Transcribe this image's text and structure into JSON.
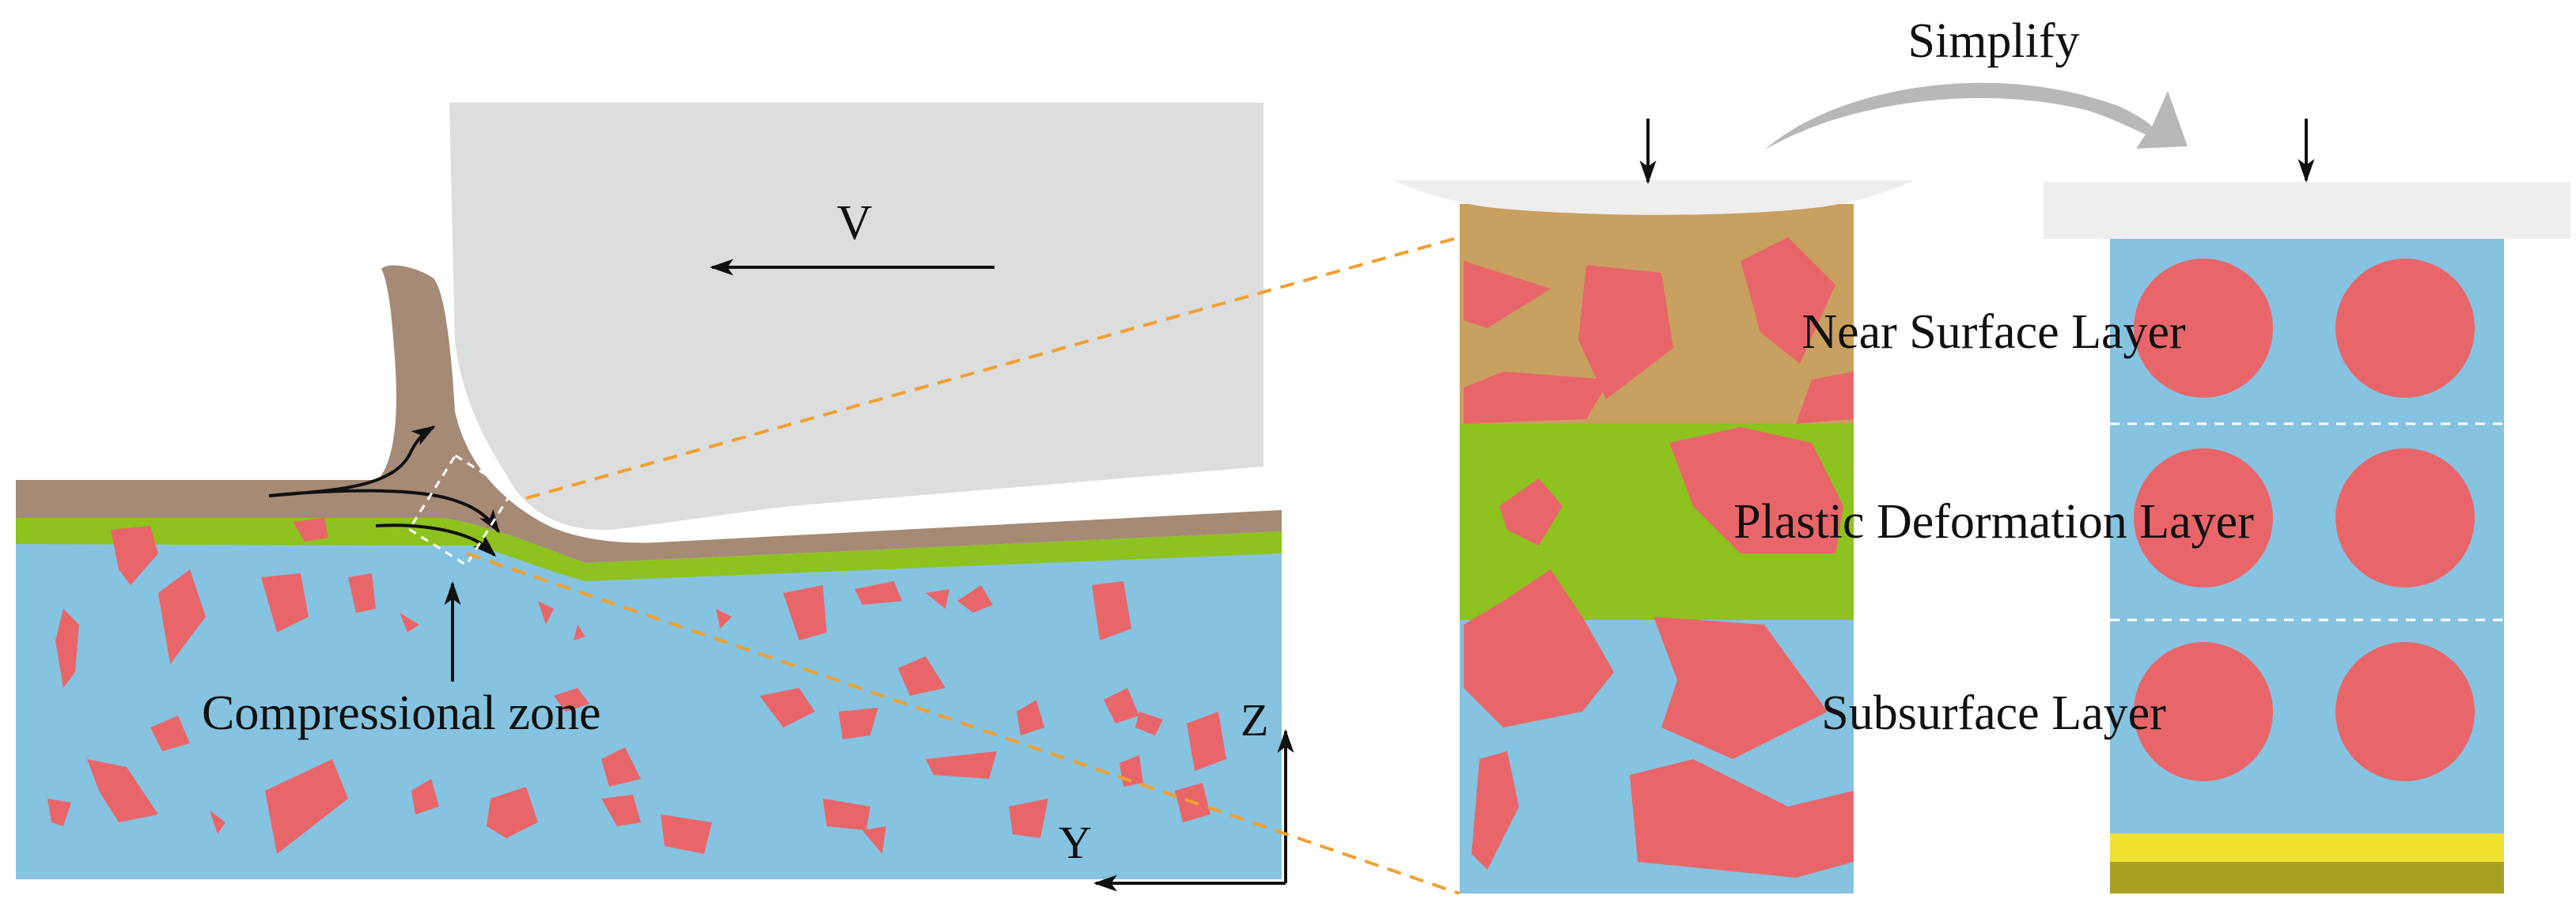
{
  "labels": {
    "velocity": "V",
    "compressional_zone": "Compressional zone",
    "axis_z": "Z",
    "axis_y": "Y",
    "simplify": "Simplify",
    "near_surface": "Near Surface Layer",
    "plastic_deformation": "Plastic Deformation Layer",
    "subsurface": "Subsurface Layer"
  },
  "colors": {
    "tool": "#dcdddd",
    "chip": "#a58a76",
    "deformed_layer": "#8dc21f",
    "matrix": "#86c3e0",
    "particle": "#e8666a",
    "near_surface": "#c8a060",
    "guide_line": "#f0a030",
    "arrow_gray": "#b8b8b8",
    "yellow_band": "#f0e030",
    "olive_band": "#a8a020"
  },
  "icons": [
    "left-arrow-icon",
    "down-arrow-icon",
    "curved-arrow-icon",
    "up-arrow-icon",
    "axis-arrows-icon"
  ]
}
